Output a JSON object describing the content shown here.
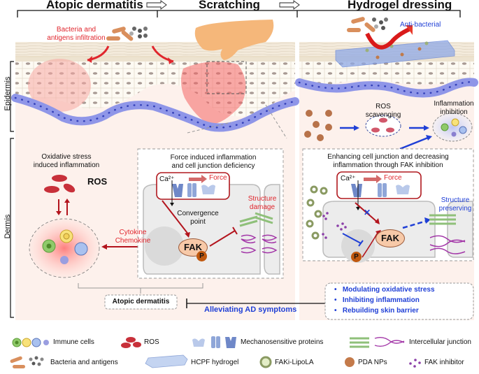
{
  "figure": {
    "stages": [
      {
        "label": "Atopic dermatitis"
      },
      {
        "label": "Scratching"
      },
      {
        "label": "Hydrogel dressing"
      }
    ],
    "layers": {
      "epidermis": "Epidermis",
      "dermis": "Dermis"
    },
    "colors": {
      "red_text": "#e0262d",
      "blue_text": "#1f3fd6",
      "dermis_bg": "#fdf0ea",
      "basal_cell": "#8f96e8",
      "fak_fill": "#f7c9a8",
      "p_fill": "#c0580e",
      "box_border": "#b0181e"
    },
    "panel_ad": {
      "infiltration_label_line1": "Bacteria and",
      "infiltration_label_line2": "antigens infiltration",
      "oxidative_line1": "Oxidative stress",
      "oxidative_line2": "induced inflammation",
      "ros_label": "ROS",
      "cytokine_line1": "Cytokine",
      "cytokine_line2": "Chemokine"
    },
    "panel_scratch": {
      "title_line1": "Force induced inflammation",
      "title_line2": "and cell junction deficiency",
      "ca_label": "Ca²⁺",
      "force_label": "Force",
      "convergence_line1": "Convergence",
      "convergence_line2": "point",
      "fak_label": "FAK",
      "p_label": "P",
      "structure_line1": "Structure",
      "structure_line2": "damage"
    },
    "panel_hydrogel": {
      "antibacterial_label": "Anti-bacterial",
      "ros_scavenging_line1": "ROS",
      "ros_scavenging_line2": "scavenging",
      "inflammation_line1": "Inflammation",
      "inflammation_line2": "inhibition",
      "title_line1": "Enhancing cell junction and decreasing",
      "title_line2": "inflammation through FAK inhibition",
      "ca_label": "Ca²⁺",
      "force_label": "Force",
      "fak_label": "FAK",
      "p_label": "P",
      "structure_line1": "Structure",
      "structure_line2": "preserving"
    },
    "bottom": {
      "ad_box": "Atopic dermatitis",
      "alleviating": "Alleviating AD symptoms",
      "bullets": [
        "Modulating oxidative stress",
        "Inhibiting inflammation",
        "Rebuilding skin barrier"
      ]
    },
    "legend": [
      {
        "icon": "immune-cells-icon",
        "label": "Immune cells"
      },
      {
        "icon": "ros-icon",
        "label": "ROS"
      },
      {
        "icon": "mechanosensitive-proteins-icon",
        "label": "Mechanosensitive proteins"
      },
      {
        "icon": "intercellular-junction-icon",
        "label": "Intercellular junction"
      },
      {
        "icon": "bacteria-antigens-icon",
        "label": "Bacteria and antigens"
      },
      {
        "icon": "hcpf-hydrogel-icon",
        "label": "HCPF hydrogel"
      },
      {
        "icon": "faki-lipola-icon",
        "label": "FAKi-LipoLA"
      },
      {
        "icon": "pda-nps-icon",
        "label": "PDA NPs"
      },
      {
        "icon": "fak-inhibitor-icon",
        "label": "FAK inhibitor"
      }
    ]
  }
}
